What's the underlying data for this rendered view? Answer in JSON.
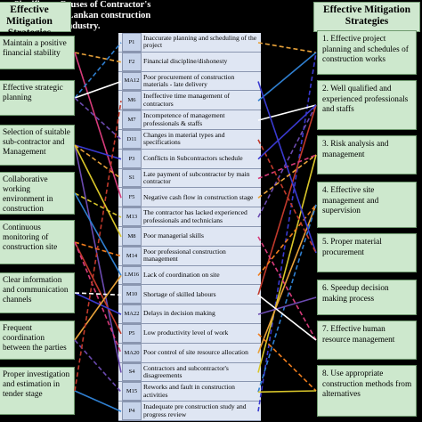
{
  "headers": {
    "left": "Effective Mitigation Strategies",
    "middle": "Significant Causes of Contractor's Delays in Sri Lankan construction industry.",
    "right": "Effective Mitigation Strategies"
  },
  "left_items": [
    "Maintain a positive financial stability",
    "Effective strategic planning",
    "Selection of suitable sub-contractor and Management",
    "Collaborative working environment in construction",
    "Continuous monitoring of construction site",
    "Clear information and communication channels",
    "Frequent coordination between the parties",
    "Proper investigation and estimation in tender stage"
  ],
  "causes": [
    {
      "code": "P1",
      "text": "Inaccurate planning and scheduling of the project"
    },
    {
      "code": "F2",
      "text": "Financial discipline/dishonesty"
    },
    {
      "code": "MA12",
      "text": "Poor procurement of construction materials - late delivery"
    },
    {
      "code": "M6",
      "text": "Ineffective time management of contractors"
    },
    {
      "code": "M7",
      "text": "Incompetence of management professionals & staffs"
    },
    {
      "code": "D11",
      "text": "Changes in material types and specifications"
    },
    {
      "code": "P3",
      "text": "Conflicts in Subcontractors schedule"
    },
    {
      "code": "S1",
      "text": "Late payment of subcontractor by main contractor"
    },
    {
      "code": "F5",
      "text": "Negative cash flow in construction stage"
    },
    {
      "code": "M13",
      "text": "The contractor has lacked experienced professionals and technicians"
    },
    {
      "code": "M8",
      "text": "Poor managerial skills"
    },
    {
      "code": "M14",
      "text": "Poor professional construction management"
    },
    {
      "code": "LM16",
      "text": "Lack of coordination on site"
    },
    {
      "code": "M10",
      "text": "Shortage of skilled labours"
    },
    {
      "code": "MA22",
      "text": "Delays in decision making"
    },
    {
      "code": "P5",
      "text": "Low productivity level of work"
    },
    {
      "code": "MA20",
      "text": "Poor control of site resource allocation"
    },
    {
      "code": "S4",
      "text": "Contractors and subcontractor's disagreements"
    },
    {
      "code": "M15",
      "text": "Reworks and fault in construction activities"
    },
    {
      "code": "P4",
      "text": "Inadequate pre construction study and progress review"
    }
  ],
  "right_items": [
    "1. Effective project planning and schedules of construction works",
    "2. Well qualified and experienced professionals and staffs",
    "3. Risk analysis and management",
    "4. Effective site management and supervision",
    "5. Proper material procurement",
    "6. Speedup decision making process",
    "7. Effective human resource management",
    "8. Use appropriate construction methods from alternatives"
  ],
  "line_colors": [
    "#e8a23a",
    "#d63b7a",
    "#2f7fd0",
    "#ffffff",
    "#6b4ab0",
    "#d9c62a",
    "#3a3ad0",
    "#f07d1d",
    "#c0392b",
    "#1a1a1a"
  ]
}
